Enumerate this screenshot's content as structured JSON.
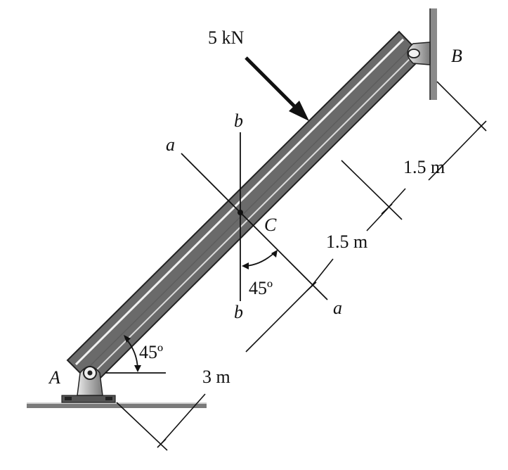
{
  "diagram": {
    "load_label": "5 kN",
    "point_a": "A",
    "point_b": "B",
    "point_c": "C",
    "section_a_top": "a",
    "section_a_bottom": "a",
    "section_b_top": "b",
    "section_b_bottom": "b",
    "angle_at_c": "45º",
    "angle_at_a": "45º",
    "dim_upper": "1.5 m",
    "dim_middle": "1.5 m",
    "dim_lower": "3 m"
  },
  "colors": {
    "beam_light": "#f2f2f2",
    "beam_mid": "#bdbdbd",
    "beam_dark": "#6e6e6e",
    "support_gray": "#9a9a9a",
    "line": "#111111"
  }
}
